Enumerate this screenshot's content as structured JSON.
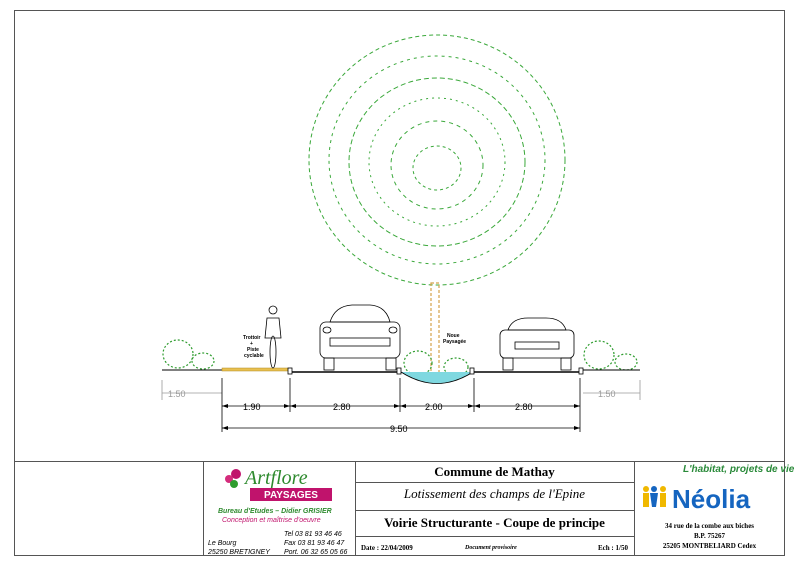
{
  "section": {
    "dimensions": {
      "left_offset": "1.50",
      "right_offset": "1.50",
      "sidewalk": "1.90",
      "lane_left": "2.80",
      "median": "2.00",
      "lane_right": "2.80",
      "total": "9.50"
    },
    "labels": {
      "trottoir_line1": "Trottoir",
      "trottoir_line2": "+",
      "trottoir_line3": "Piste",
      "trottoir_line4": "cyclable",
      "noue_line1": "Noue",
      "noue_line2": "Paysagée"
    },
    "colors": {
      "tree": "#3aa83a",
      "trunk": "#d4a24a",
      "shrub": "#2e9c2e",
      "sidewalk": "#e8c050",
      "water": "#7fd8e0",
      "dimension": "#000000",
      "dimension_grey": "#9a9a9a"
    }
  },
  "cartouche": {
    "artflore": {
      "logo_text": "Artflore",
      "logo_sub": "PAYSAGES",
      "bureau": "Bureau d'Etudes – Didier GRISIER",
      "conception": "Conception et maîtrise d'oeuvre",
      "address_line1": "Le Bourg",
      "address_line2": "25250 BRETIGNEY",
      "tel": "Tel 03 81 93 46 46",
      "fax": "Fax 03 81 93 46 47",
      "port": "Port. 06 32 65 05 66"
    },
    "project": {
      "commune": "Commune de Mathay",
      "lotissement": "Lotissement des champs de l'Epine",
      "title": "Voirie Structurante - Coupe de principe",
      "date": "Date : 22/04/2009",
      "status": "Document provisoire",
      "scale": "Ech : 1/50"
    },
    "client": {
      "slogan": "L'habitat, projets de vie",
      "logo_text": "Néolia",
      "address_line1": "34 rue de la combe aux biches",
      "address_line2": "B.P. 75267",
      "address_line3": "25205 MONTBELIARD Cedex"
    }
  }
}
